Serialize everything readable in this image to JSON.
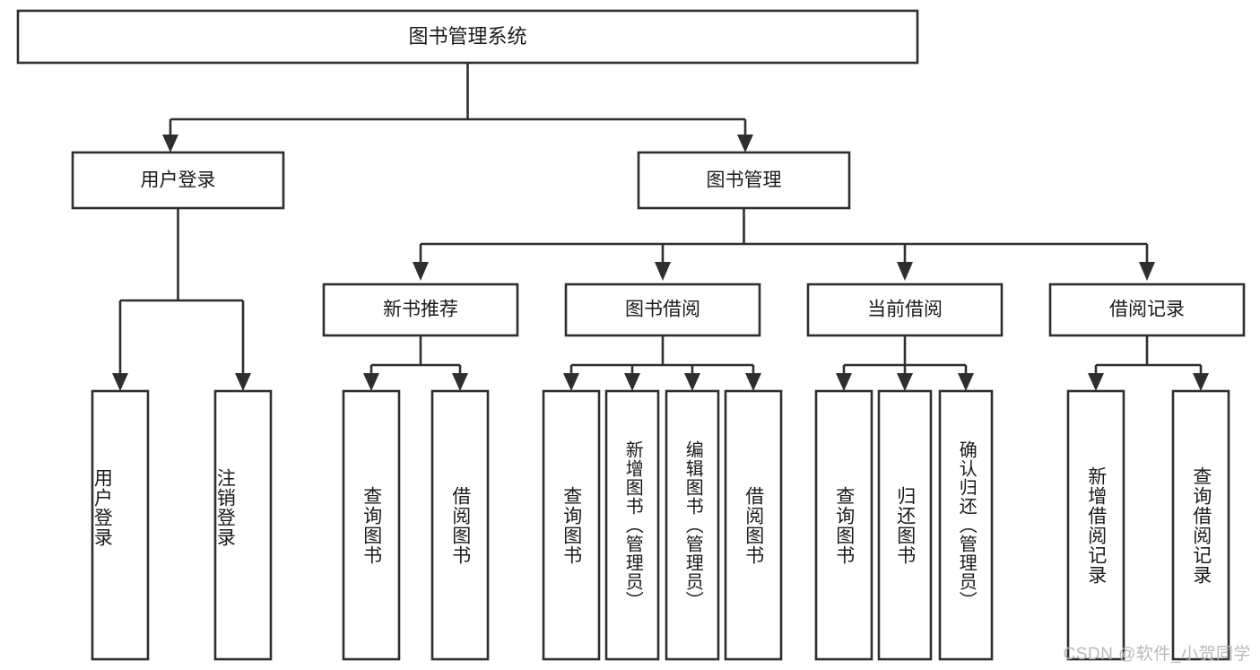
{
  "diagram": {
    "type": "tree-hierarchy",
    "title": "图书管理系统",
    "root": {
      "label": "图书管理系统"
    },
    "level1": [
      {
        "label": "用户登录"
      },
      {
        "label": "图书管理"
      }
    ],
    "level2": [
      {
        "label": "新书推荐"
      },
      {
        "label": "图书借阅"
      },
      {
        "label": "当前借阅"
      },
      {
        "label": "借阅记录"
      }
    ],
    "leaves": [
      {
        "label": "用户登录",
        "parent": "用户登录"
      },
      {
        "label": "注销登录",
        "parent": "用户登录"
      },
      {
        "label": "查询图书",
        "parent": "新书推荐"
      },
      {
        "label": "借阅图书",
        "parent": "新书推荐"
      },
      {
        "label": "查询图书",
        "parent": "图书借阅"
      },
      {
        "label": "新增图书（管理员）",
        "parent": "图书借阅"
      },
      {
        "label": "编辑图书（管理员）",
        "parent": "图书借阅"
      },
      {
        "label": "借阅图书",
        "parent": "图书借阅"
      },
      {
        "label": "查询图书",
        "parent": "当前借阅"
      },
      {
        "label": "归还图书",
        "parent": "当前借阅"
      },
      {
        "label": "确认归还（管理员）",
        "parent": "当前借阅"
      },
      {
        "label": "新增借阅记录",
        "parent": "借阅记录"
      },
      {
        "label": "查询借阅记录",
        "parent": "借阅记录"
      }
    ]
  },
  "colors": {
    "background": "#ffffff",
    "box_stroke": "#2e2e2e",
    "box_fill": "#ffffff",
    "text": "#1a1a1a",
    "watermark": "#b9b9b9"
  },
  "watermark": {
    "text": "CSDN @软件_小贺同学"
  }
}
